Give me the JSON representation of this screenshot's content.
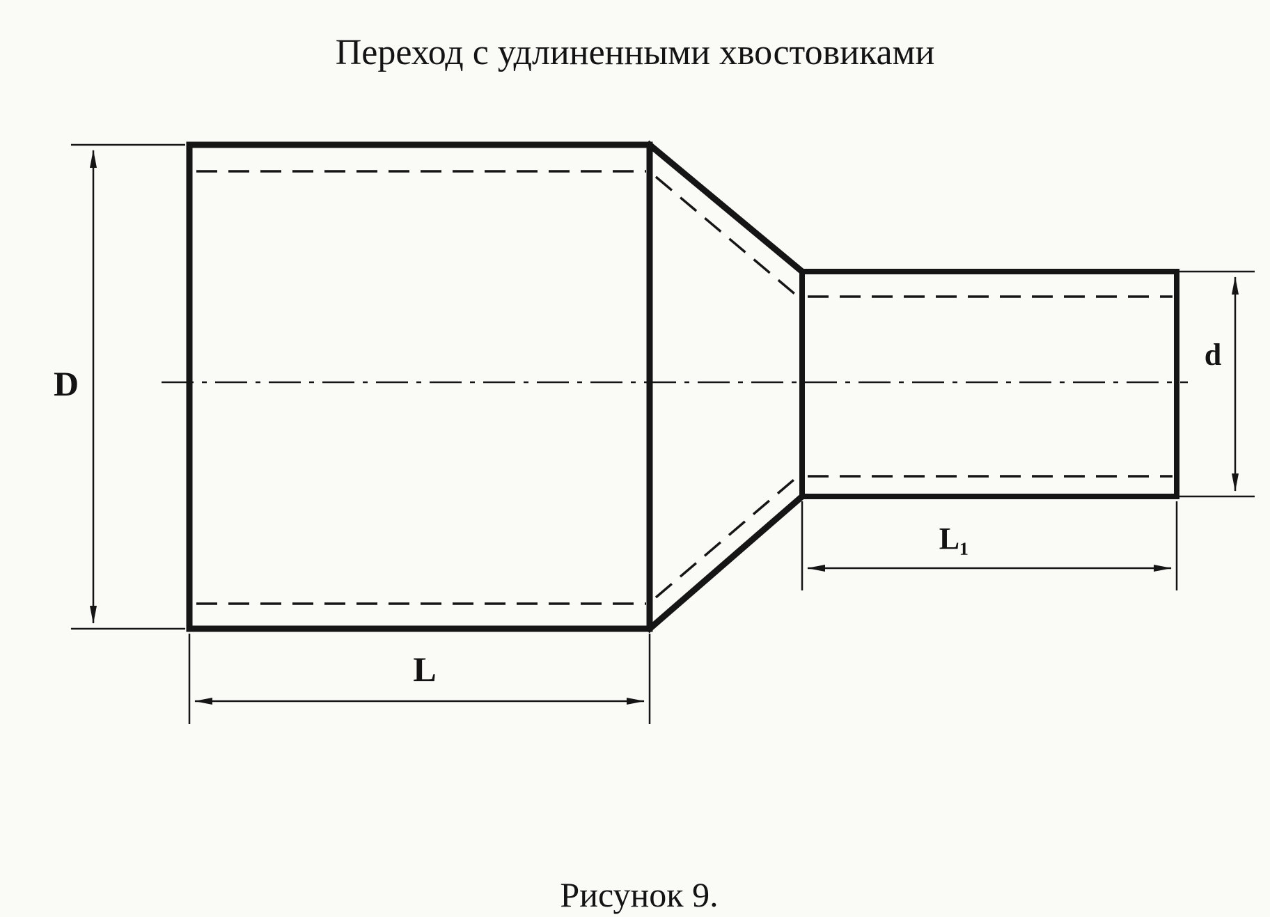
{
  "title": "Переход с удлиненными хвостовиками",
  "caption": "Рисунок 9.",
  "labels": {
    "large_diameter": "D",
    "small_diameter": "d",
    "large_length": "L",
    "small_length": "L₁"
  },
  "diagram": {
    "type": "technical-drawing",
    "parts": [
      "large-pipe-section",
      "conical-reducer-section",
      "small-pipe-section"
    ],
    "dimension_lines": [
      "D",
      "d",
      "L",
      "L₁"
    ]
  },
  "colors": {
    "ink": "#151515",
    "paper": "#fafaf7"
  }
}
